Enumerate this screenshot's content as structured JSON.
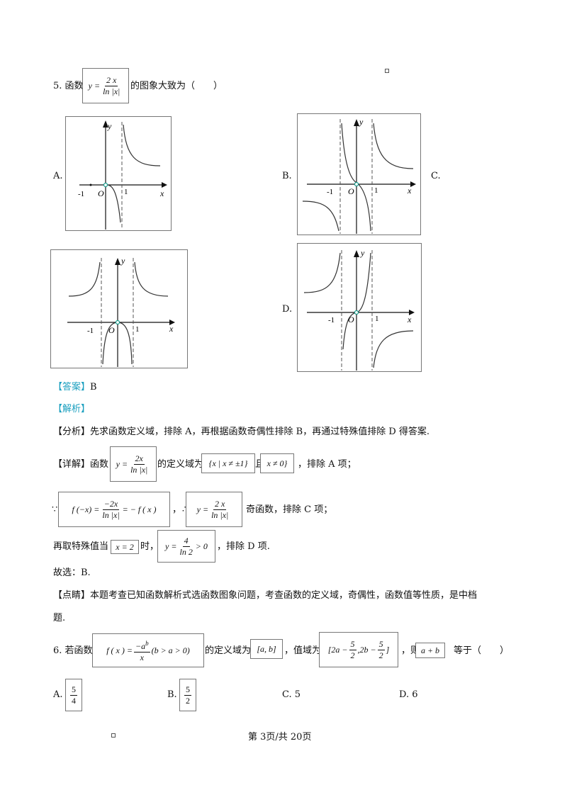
{
  "q5": {
    "number": "5. 函数",
    "formula_lhs": "y =",
    "formula_num": "2 x",
    "formula_den": "ln |x|",
    "tail": "的图象大致为（　　）",
    "option_a": "A.",
    "option_b": "B.",
    "option_c": "C.",
    "option_d": "D."
  },
  "graph_labels": {
    "y": "y",
    "x": "x",
    "o": "O",
    "neg1": "-1",
    "pos1": "1"
  },
  "answer": {
    "tag_l": "【",
    "label": "答案",
    "tag_r": "】",
    "value": "B"
  },
  "analysis": {
    "tag_l": "【",
    "label": "解析",
    "tag_r": "】"
  },
  "fenxi": {
    "label": "【分析】",
    "text": "先求函数定义域，排除 A，再根据函数奇偶性排除 B，再通过特殊值排除 D 得答案."
  },
  "xiangjie": {
    "label": "【详解】函数",
    "formula_lhs": "y =",
    "formula_num": "2x",
    "formula_den": "ln |x|",
    "domain_text": "的定义域为",
    "domain_box": "x | x ≠ ±1",
    "and_text": "且",
    "and_box": "x ≠ 0",
    "tail": "，排除 A 项；"
  },
  "odd": {
    "because": "∵",
    "f_lhs": "f (−x) =",
    "f_num": "−2x",
    "f_den": "ln |x|",
    "f_rhs": "= − f ( x )",
    "sep": "，",
    "therefore": "∴",
    "y_lhs": "y =",
    "y_num": "2 x",
    "y_den": "ln |x|",
    "tail": "奇函数，排除 C 项；"
  },
  "special": {
    "pre": "再取特殊值当",
    "x_box": "x = 2",
    "mid": "时，",
    "y_lhs": "y =",
    "y_num": "4",
    "y_den": "ln 2",
    "y_rhs": "> 0",
    "tail": "，排除 D 项."
  },
  "choose": "故选：B.",
  "dianjing": {
    "label": "【点睛】",
    "text1": "本题考查已知函数解析式选函数图象问题，考查函数的定义域，奇偶性，函数值等性质，是中档",
    "text2": "题."
  },
  "q6": {
    "number": "6. 若函数",
    "f_lhs": "f ( x ) =",
    "f_num": "−a",
    "f_sup": "b",
    "f_den": "x",
    "f_cond": "(b > a > 0)",
    "domain_text": "的定义域为",
    "domain_box": "a,  b",
    "range_text": "，值域为",
    "range_a": "2a −",
    "range_frac_num": "5",
    "range_frac_den": "2",
    "range_b": ",2b −",
    "range_frac2_num": "5",
    "range_frac2_den": "2",
    "then_text": "，则",
    "sum_box": "a + b",
    "tail": "等于（　　）",
    "opt_a": "A.",
    "opt_a_num": "5",
    "opt_a_den": "4",
    "opt_b": "B.",
    "opt_b_num": "5",
    "opt_b_den": "2",
    "opt_c": "C. 5",
    "opt_d": "D. 6"
  },
  "footer": "第 3页/共 20页"
}
